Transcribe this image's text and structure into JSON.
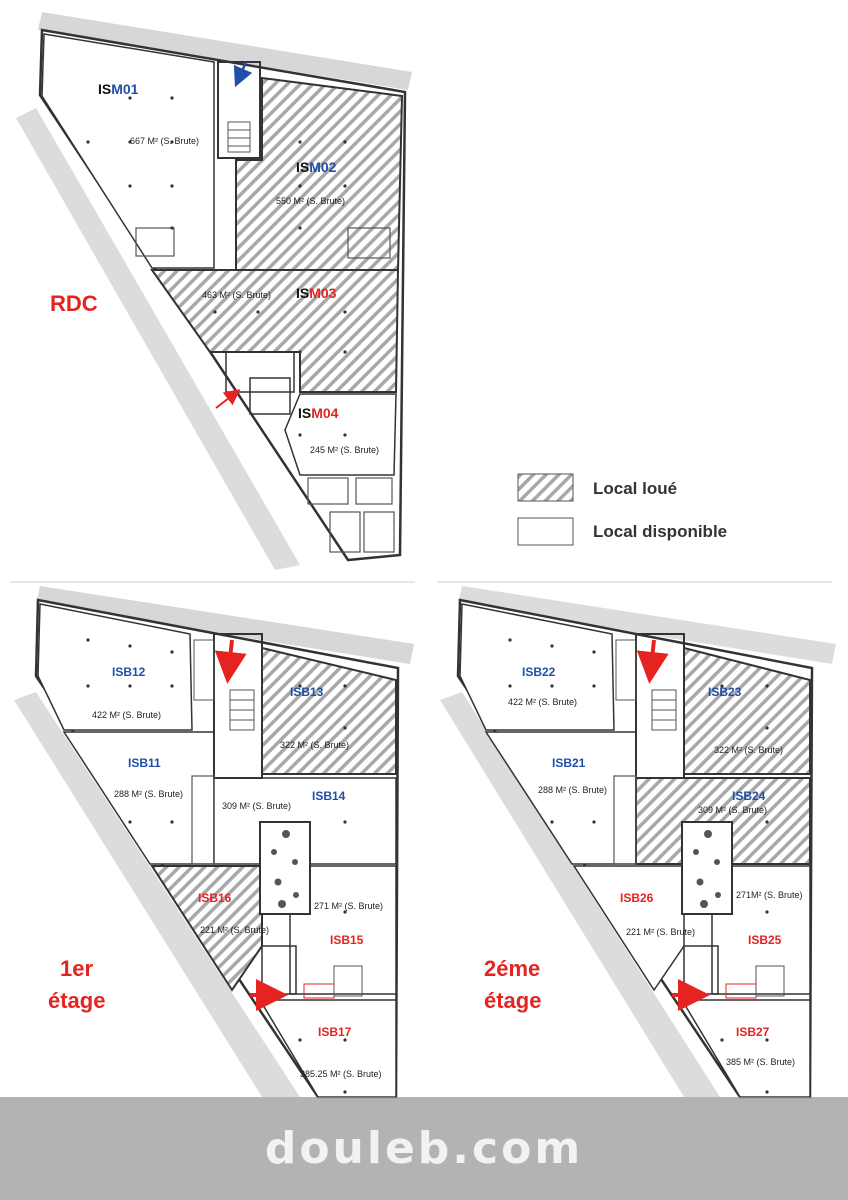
{
  "colors": {
    "blue": "#1f4fa8",
    "red": "#e52421",
    "hatch": "#a8a8a8",
    "wall": "#333333"
  },
  "legend": {
    "rented": "Local loué",
    "available": "Local disponible"
  },
  "floors": {
    "rdc": {
      "label": "RDC",
      "units": [
        {
          "prefix": "IS",
          "code": "M01",
          "area": "667 M² (S. Brute)",
          "status": "available"
        },
        {
          "prefix": "IS",
          "code": "M02",
          "area": "550 M² (S. Brute)",
          "status": "rented"
        },
        {
          "prefix": "IS",
          "code": "M03",
          "area": "463 M² (S. Brute)",
          "status": "rented"
        },
        {
          "prefix": "IS",
          "code": "M04",
          "area": "245 M² (S. Brute)",
          "status": "available"
        }
      ]
    },
    "etage1": {
      "label_line1": "1er",
      "label_line2": "étage",
      "units": [
        {
          "name": "ISB12",
          "area": "422 M² (S. Brute)",
          "status": "available"
        },
        {
          "name": "ISB13",
          "area": "322 M² (S. Brute)",
          "status": "rented"
        },
        {
          "name": "ISB11",
          "area": "288 M² (S. Brute)",
          "status": "available"
        },
        {
          "name": "ISB14",
          "area": "309 M² (S. Brute)",
          "status": "available"
        },
        {
          "name": "ISB16",
          "area": "221 M² (S. Brute)",
          "status": "rented"
        },
        {
          "name": "ISB15",
          "area": "271 M² (S. Brute)",
          "status": "available"
        },
        {
          "name": "ISB17",
          "area": "385.25 M² (S. Brute)",
          "status": "available"
        }
      ]
    },
    "etage2": {
      "label_line1": "2éme",
      "label_line2": "étage",
      "units": [
        {
          "name": "ISB22",
          "area": "422 M² (S. Brute)",
          "status": "available"
        },
        {
          "name": "ISB23",
          "area": "322 M² (S. Brute)",
          "status": "rented"
        },
        {
          "name": "ISB21",
          "area": "288 M² (S. Brute)",
          "status": "available"
        },
        {
          "name": "ISB24",
          "area": "309 M² (S. Brute)",
          "status": "rented"
        },
        {
          "name": "ISB26",
          "area": "221 M² (S. Brute)",
          "status": "available"
        },
        {
          "name": "ISB25",
          "area": "271M² (S. Brute)",
          "status": "available"
        },
        {
          "name": "ISB27",
          "area": "385 M² (S. Brute)",
          "status": "available"
        }
      ]
    }
  },
  "watermark": "douleb.com"
}
